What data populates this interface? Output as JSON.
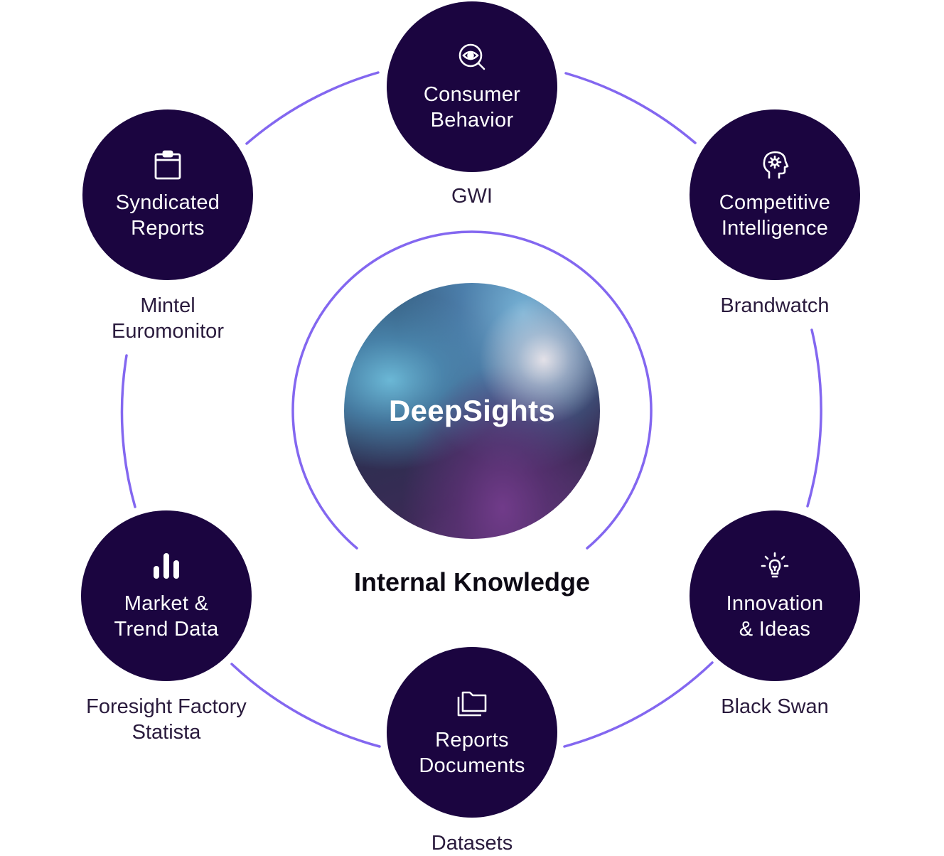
{
  "center": {
    "title": "DeepSights",
    "inner_ring_label": "Internal Knowledge"
  },
  "colors": {
    "node_fill": "#1b0540",
    "ring_stroke": "#8367f0",
    "text_dark": "#2a1b3d"
  },
  "nodes": [
    {
      "id": "consumer-behavior",
      "title": "Consumer\nBehavior",
      "icon": "eye-magnifier-icon",
      "sources": "GWI"
    },
    {
      "id": "competitive-intelligence",
      "title": "Competitive\nIntelligence",
      "icon": "head-gear-icon",
      "sources": "Brandwatch"
    },
    {
      "id": "innovation-ideas",
      "title": "Innovation\n& Ideas",
      "icon": "lightbulb-icon",
      "sources": "Black Swan"
    },
    {
      "id": "reports-documents",
      "title": "Reports\nDocuments",
      "icon": "folders-icon",
      "sources": "Datasets"
    },
    {
      "id": "market-trend-data",
      "title": "Market &\nTrend Data",
      "icon": "bar-chart-icon",
      "sources": "Foresight Factory\nStatista"
    },
    {
      "id": "syndicated-reports",
      "title": "Syndicated\nReports",
      "icon": "clipboard-icon",
      "sources": "Mintel\nEuromonitor"
    }
  ]
}
